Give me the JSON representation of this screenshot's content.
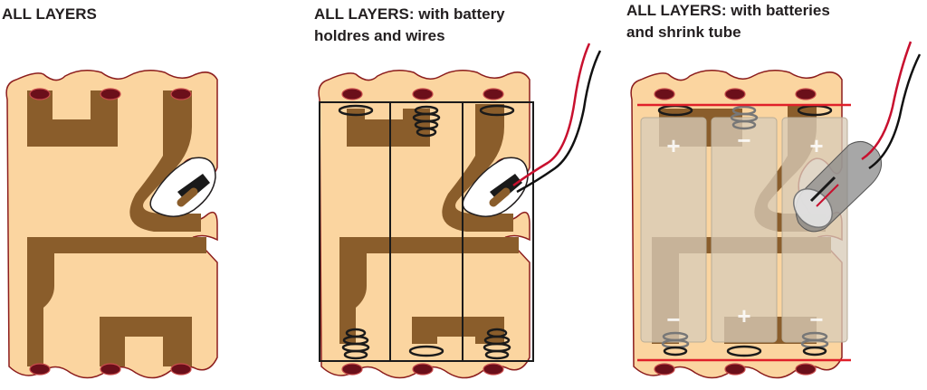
{
  "panels": [
    {
      "title_line1": "ALL LAYERS",
      "title_line2": ""
    },
    {
      "title_line1": "ALL LAYERS: with battery",
      "title_line2": "holdres and wires"
    },
    {
      "title_line1": "ALL LAYERS: with batteries",
      "title_line2": "and shrink tube"
    }
  ],
  "battery_marks": {
    "plus": "+",
    "minus": "−"
  },
  "colors": {
    "board_fill": "#fbd5a0",
    "board_outline": "#8c1d1d",
    "trace": "#8a5d2b",
    "hole": "#6b0f1a",
    "holder_frame": "#1a1a1a",
    "battery_fill": "#d8ccb8",
    "battery_frame": "#e0202a",
    "wire_red": "#c8102e",
    "wire_black": "#111111",
    "shrink_tube": "#8a8a8a"
  }
}
